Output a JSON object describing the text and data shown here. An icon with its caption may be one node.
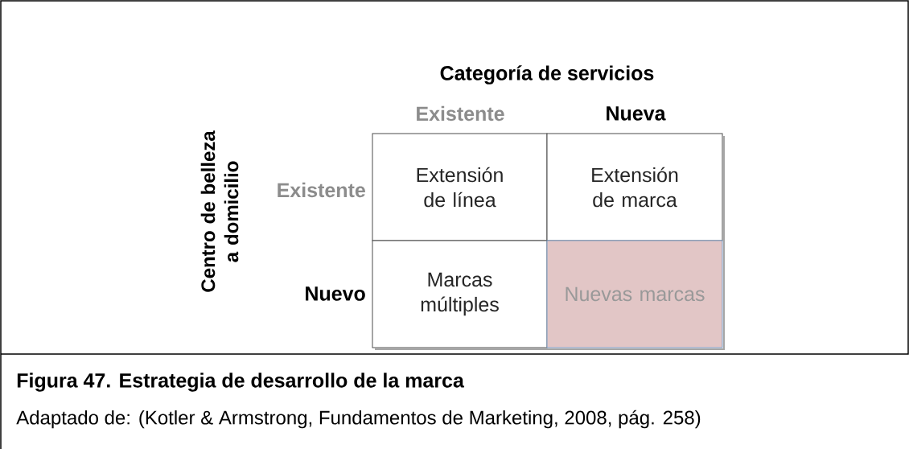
{
  "diagram": {
    "caption": "Figura 47.  Estrategia de desarrollo de la marca",
    "nodes": [
      {
        "text": [
          "Extensión de línea"
        ]
      },
      {
        "text": [
          "Extensión de marca"
        ]
      },
      {
        "text": [
          "Marcas múltiples"
        ]
      },
      {
        "text": [
          "Nuevas marcas"
        ]
      }
    ],
    "labels": [
      "Categoría de servicios",
      "Existente",
      "Nueva",
      "Centro de belleza a domicilio",
      "Existente",
      "Nuevo",
      "Adaptado de: (Kotler & Armstrong, Fundamentos de Marketing, 2008, pág. 258)"
    ]
  }
}
